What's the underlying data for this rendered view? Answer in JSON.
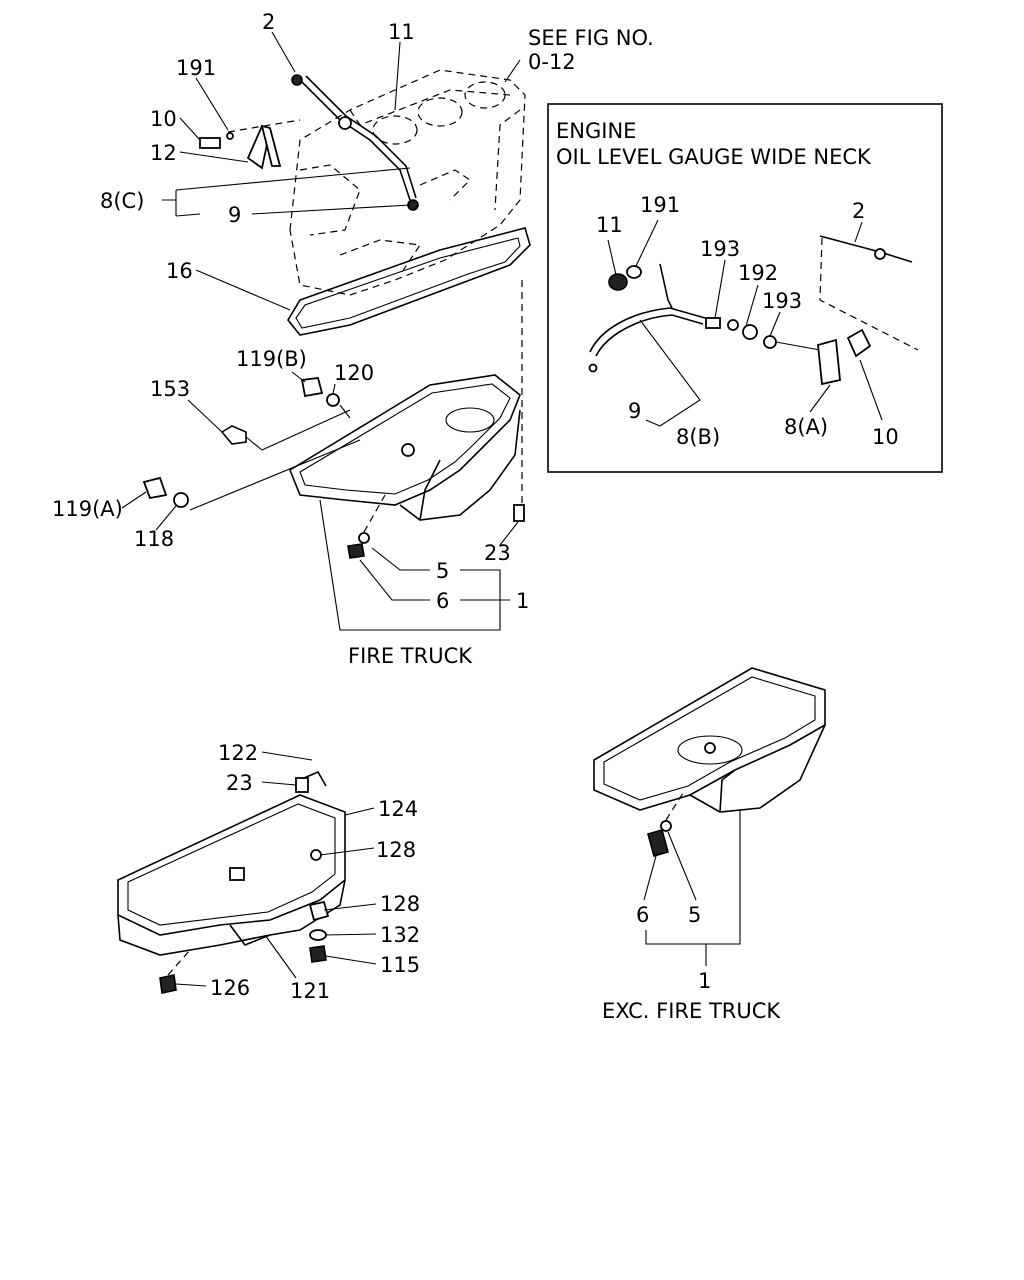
{
  "references": {
    "see_fig": "SEE FIG NO.",
    "fig_no": "0-12"
  },
  "inset": {
    "title1": "ENGINE",
    "title2": "OIL LEVEL GAUGE WIDE NECK",
    "labels": {
      "p11": "11",
      "p191": "191",
      "p2": "2",
      "p193a": "193",
      "p192": "192",
      "p193b": "193",
      "p9": "9",
      "p8b": "8(B)",
      "p8a": "8(A)",
      "p10": "10"
    }
  },
  "top": {
    "labels": {
      "p2": "2",
      "p11": "11",
      "p191": "191",
      "p10": "10",
      "p12": "12",
      "p8c": "8(C)",
      "p9": "9",
      "p16": "16",
      "p119b": "119(B)",
      "p120": "120",
      "p153": "153",
      "p119a": "119(A)",
      "p118": "118",
      "p23": "23",
      "p5": "5",
      "p6": "6",
      "p1": "1"
    },
    "caption": "FIRE TRUCK"
  },
  "bottom_left": {
    "labels": {
      "p122": "122",
      "p23": "23",
      "p124": "124",
      "p128a": "128",
      "p128b": "128",
      "p132": "132",
      "p115": "115",
      "p126": "126",
      "p121": "121"
    }
  },
  "bottom_right": {
    "labels": {
      "p6": "6",
      "p5": "5",
      "p1": "1"
    },
    "caption": "EXC. FIRE TRUCK"
  }
}
